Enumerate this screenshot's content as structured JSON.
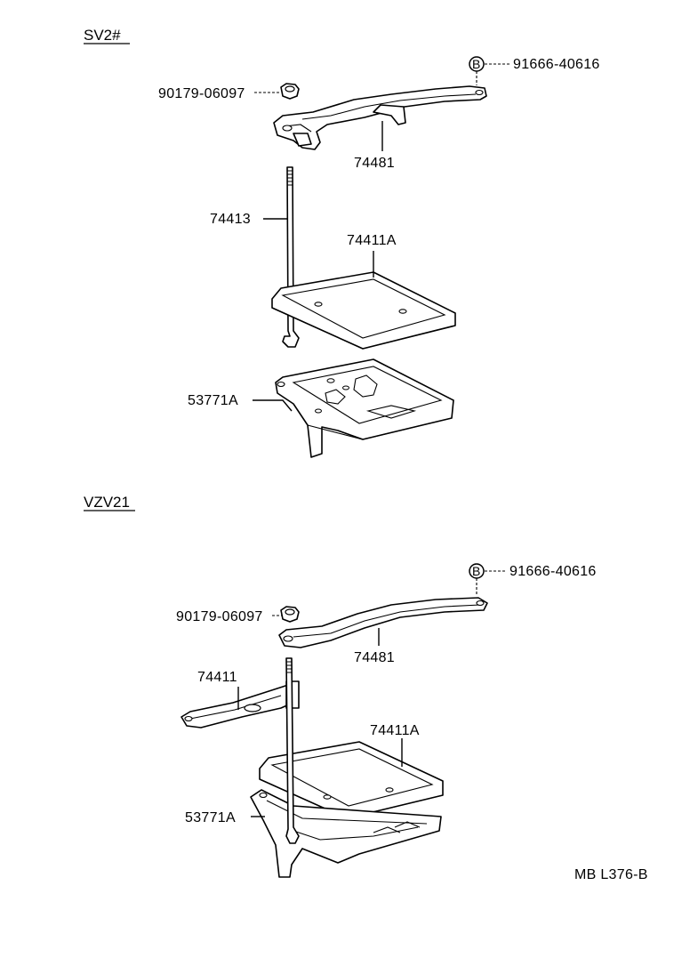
{
  "sections": [
    {
      "label": "SV2#",
      "parts": {
        "nut": "90179-06097",
        "bolt_ref": "B",
        "bolt": "91666-40616",
        "clamp": "74481",
        "rod": "74413",
        "tray": "74411A",
        "carrier": "53771A"
      }
    },
    {
      "label": "VZV21",
      "parts": {
        "nut": "90179-06097",
        "bolt_ref": "B",
        "bolt": "91666-40616",
        "clamp": "74481",
        "bracket": "74411",
        "tray": "74411A",
        "carrier": "53771A"
      }
    }
  ],
  "figure_code": "MB L376-B"
}
